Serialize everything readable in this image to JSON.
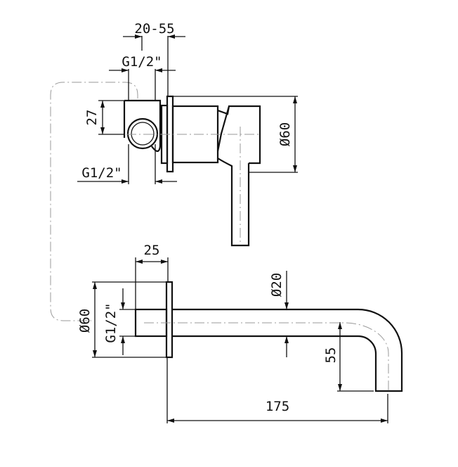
{
  "drawing": {
    "valve_view": {
      "depth_range_label": "20-55",
      "thread_top_label": "G1/2\"",
      "offset_label": "27",
      "diameter_label": "Ø60",
      "thread_bottom_label": "G1/2\""
    },
    "spout_view": {
      "body_depth_label": "25",
      "pipe_diameter_label": "Ø20",
      "flange_diameter_label": "Ø60",
      "thread_label": "G1/2\"",
      "drop_label": "55",
      "projection_label": "175"
    }
  }
}
